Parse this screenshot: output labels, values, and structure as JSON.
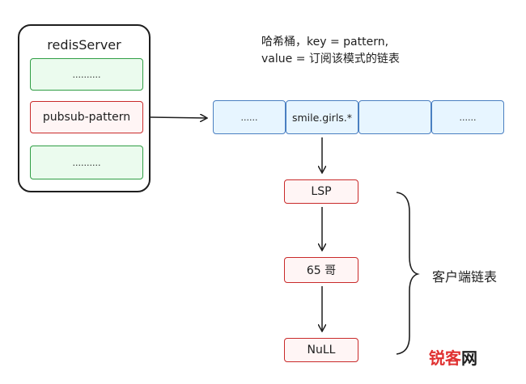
{
  "server": {
    "title": "redisServer",
    "slots": [
      "..........",
      "pubsub-pattern",
      ".........."
    ]
  },
  "note": {
    "line1": "哈希桶，key = pattern,",
    "line2": "value = 订阅该模式的链表"
  },
  "buckets": [
    "......",
    "smile.girls.*",
    "",
    "......"
  ],
  "list_nodes": [
    "LSP",
    "65 哥",
    "NuLL"
  ],
  "brace_label": "客户端链表",
  "watermark": {
    "part1": "锐客",
    "part2": "网",
    "color1": "#e03131",
    "color2": "#1e1e1e"
  },
  "colors": {
    "green_fill": "#ebfbee",
    "green_stroke": "#2f9e44",
    "red_fill": "#fff5f5",
    "red_stroke": "#c92a2a",
    "blue_fill": "#e7f5ff",
    "blue_stroke": "#4a7fc1"
  }
}
